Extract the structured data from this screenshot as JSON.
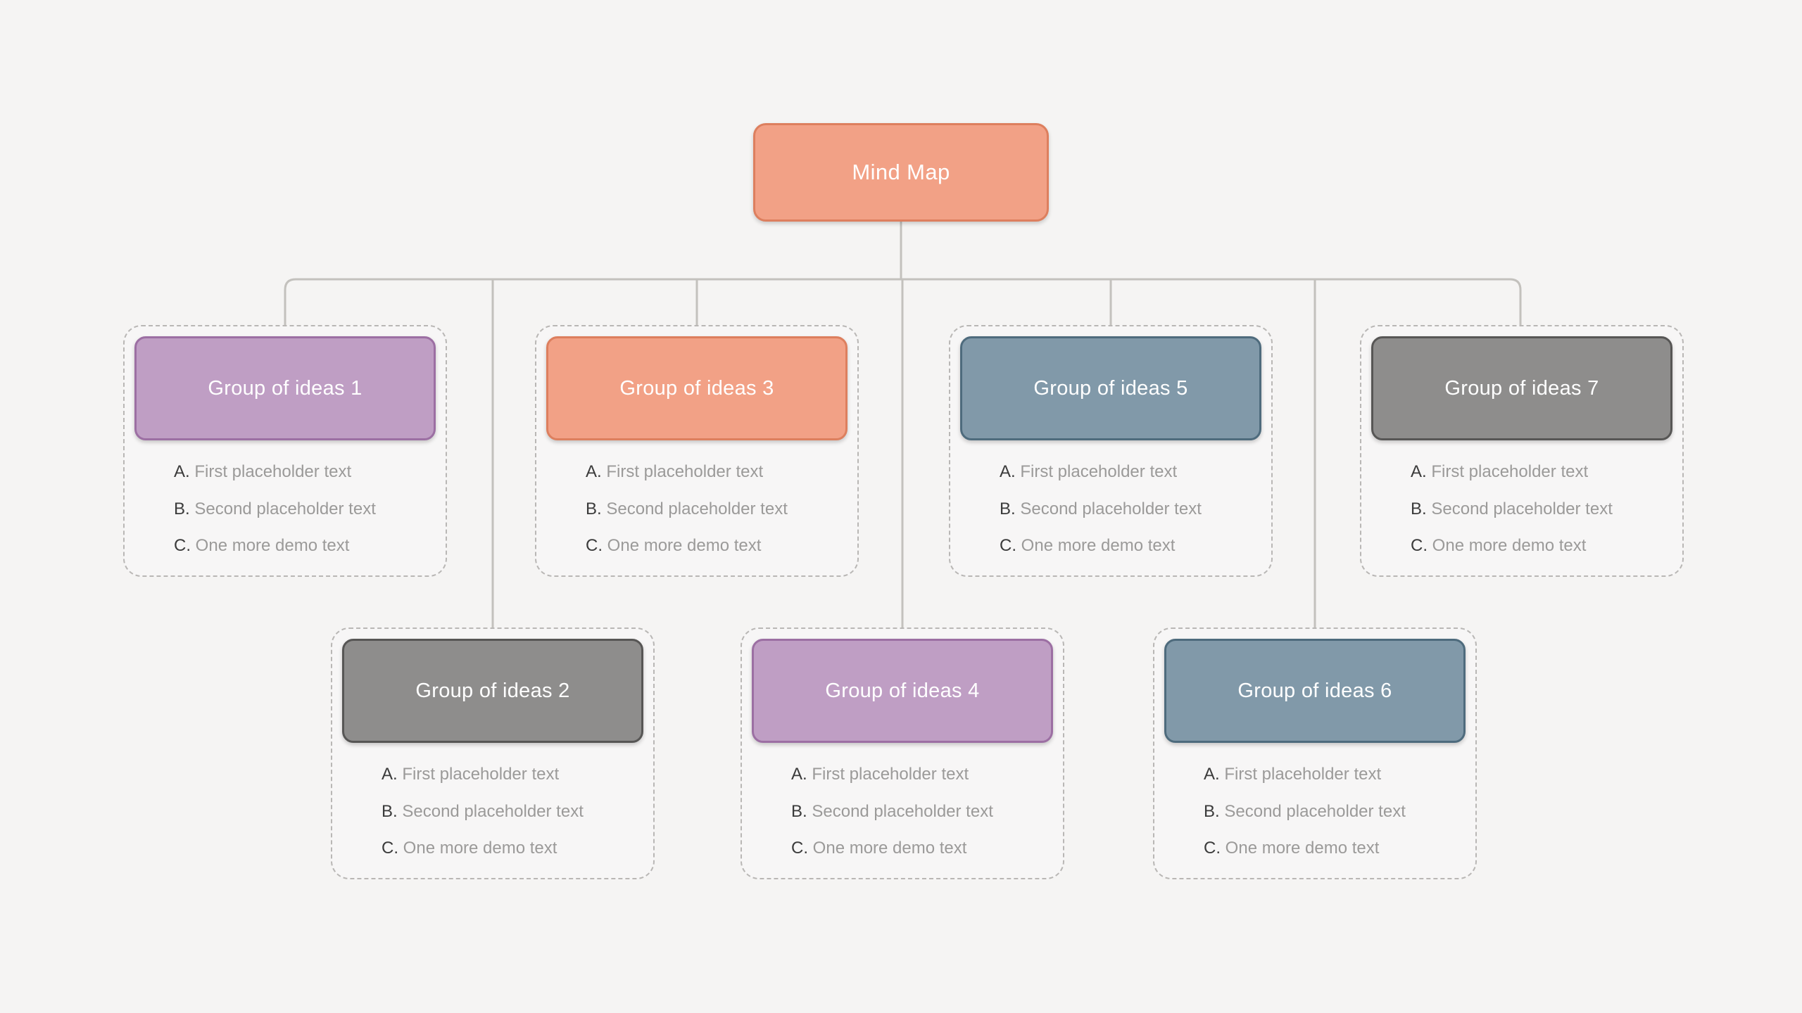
{
  "diagram": {
    "title": "Mind Map",
    "background_color": "#f5f4f3",
    "root": {
      "label": "Mind Map",
      "fill": "#f2a186",
      "border": "#dd7f5e"
    },
    "list_labels": {
      "a": "A.",
      "b": "B.",
      "c": "C."
    },
    "items_template": [
      "First placeholder text",
      "Second placeholder text",
      "One more demo text"
    ],
    "groups": [
      {
        "id": 1,
        "label": "Group of ideas 1",
        "fill": "#bf9ec4",
        "border": "#9c6fa3",
        "row": "top",
        "items": [
          {
            "key": "A.",
            "text": "First placeholder text"
          },
          {
            "key": "B.",
            "text": "Second placeholder text"
          },
          {
            "key": "C.",
            "text": "One more demo text"
          }
        ]
      },
      {
        "id": 2,
        "label": "Group of ideas 2",
        "fill": "#8e8d8c",
        "border": "#575655",
        "row": "bottom",
        "items": [
          {
            "key": "A.",
            "text": "First placeholder text"
          },
          {
            "key": "B.",
            "text": "Second placeholder text"
          },
          {
            "key": "C.",
            "text": "One more demo text"
          }
        ]
      },
      {
        "id": 3,
        "label": "Group of ideas 3",
        "fill": "#f2a186",
        "border": "#dd7f5e",
        "row": "top",
        "items": [
          {
            "key": "A.",
            "text": "First placeholder text"
          },
          {
            "key": "B.",
            "text": "Second placeholder text"
          },
          {
            "key": "C.",
            "text": "One more demo text"
          }
        ]
      },
      {
        "id": 4,
        "label": "Group of ideas 4",
        "fill": "#bf9ec4",
        "border": "#9c6fa3",
        "row": "bottom",
        "items": [
          {
            "key": "A.",
            "text": "First placeholder text"
          },
          {
            "key": "B.",
            "text": "Second placeholder text"
          },
          {
            "key": "C.",
            "text": "One more demo text"
          }
        ]
      },
      {
        "id": 5,
        "label": "Group of ideas 5",
        "fill": "#8199a9",
        "border": "#4e6b7d",
        "row": "top",
        "items": [
          {
            "key": "A.",
            "text": "First placeholder text"
          },
          {
            "key": "B.",
            "text": "Second placeholder text"
          },
          {
            "key": "C.",
            "text": "One more demo text"
          }
        ]
      },
      {
        "id": 6,
        "label": "Group of ideas 6",
        "fill": "#8199a9",
        "border": "#4e6b7d",
        "row": "bottom",
        "items": [
          {
            "key": "A.",
            "text": "First placeholder text"
          },
          {
            "key": "B.",
            "text": "Second placeholder text"
          },
          {
            "key": "C.",
            "text": "One more demo text"
          }
        ]
      },
      {
        "id": 7,
        "label": "Group of ideas 7",
        "fill": "#8e8d8c",
        "border": "#575655",
        "row": "top",
        "items": [
          {
            "key": "A.",
            "text": "First placeholder text"
          },
          {
            "key": "B.",
            "text": "Second placeholder text"
          },
          {
            "key": "C.",
            "text": "One more demo text"
          }
        ]
      }
    ],
    "connector_color": "#c3c1bd"
  }
}
